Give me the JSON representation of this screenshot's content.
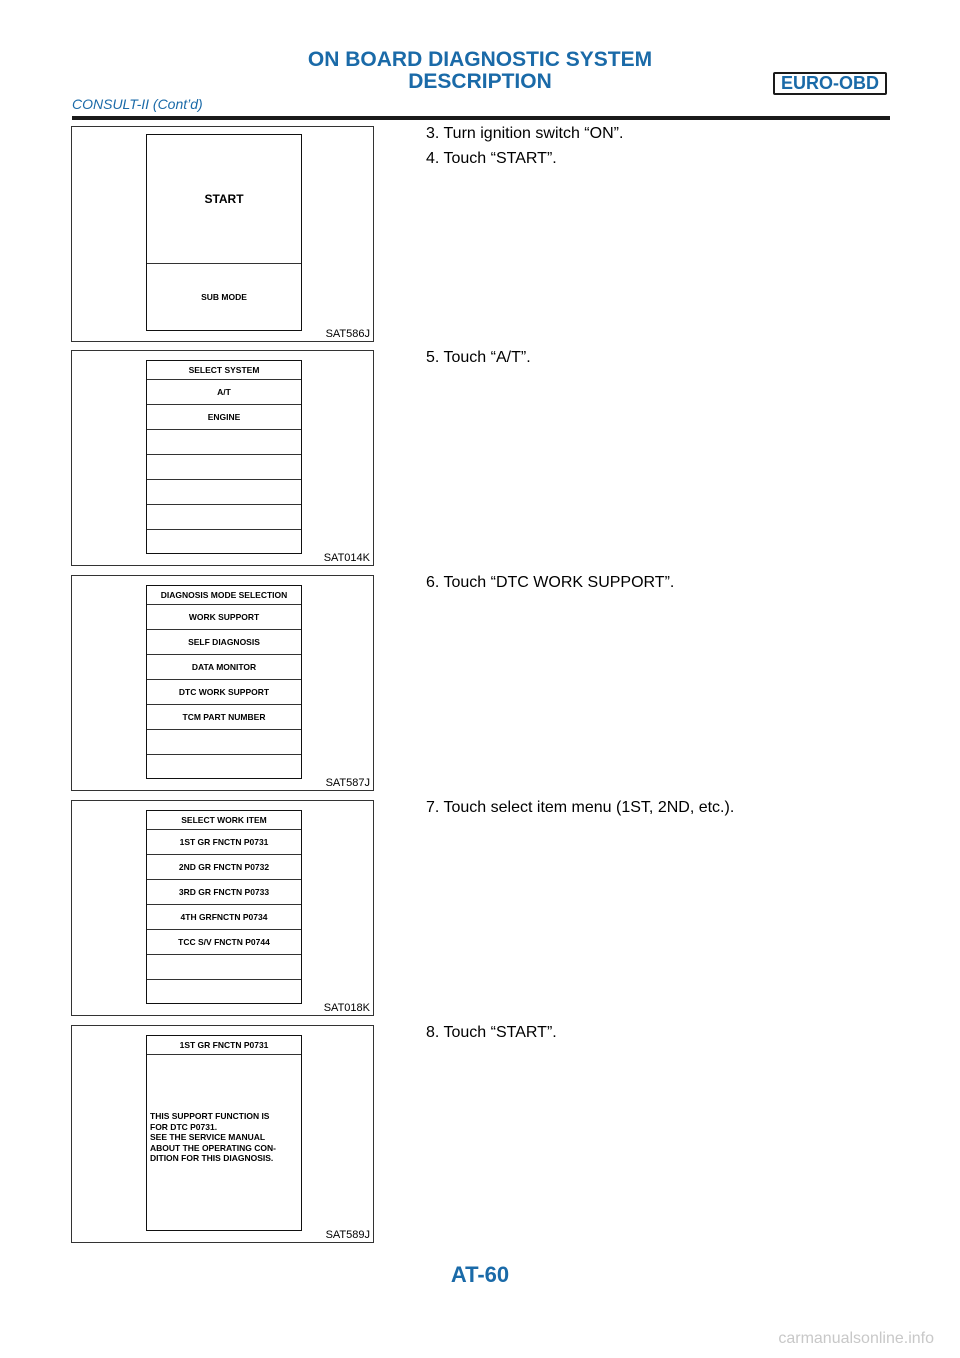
{
  "header": {
    "title_line1": "ON BOARD DIAGNOSTIC SYSTEM",
    "title_line2": "DESCRIPTION",
    "badge": "EURO-OBD",
    "subtitle": "CONSULT-II (Cont’d)"
  },
  "figures": [
    {
      "code": "SAT586J",
      "start_label": "START",
      "sub_label": "SUB MODE"
    },
    {
      "code": "SAT014K",
      "items": [
        "SELECT SYSTEM",
        "A/T",
        "ENGINE",
        "",
        "",
        "",
        "",
        ""
      ]
    },
    {
      "code": "SAT587J",
      "items": [
        "DIAGNOSIS MODE SELECTION",
        "WORK SUPPORT",
        "SELF DIAGNOSIS",
        "DATA MONITOR",
        "DTC WORK SUPPORT",
        "TCM PART NUMBER",
        "",
        ""
      ]
    },
    {
      "code": "SAT018K",
      "items": [
        "SELECT WORK ITEM",
        "1ST GR FNCTN P0731",
        "2ND GR FNCTN P0732",
        "3RD GR FNCTN P0733",
        "4TH GRFNCTN P0734",
        "TCC S/V FNCTN P0744",
        "",
        ""
      ]
    },
    {
      "code": "SAT589J",
      "header": "1ST GR FNCTN P0731",
      "message_lines": [
        "THIS SUPPORT FUNCTION IS",
        "FOR DTC P0731.",
        "SEE THE SERVICE MANUAL",
        "ABOUT THE OPERATING CON-",
        "DITION FOR THIS DIAGNOSIS."
      ]
    }
  ],
  "steps": [
    "3. Turn ignition switch “ON”.",
    "4. Touch “START”.",
    "5. Touch “A/T”.",
    "6. Touch “DTC WORK SUPPORT”.",
    "7. Touch select item menu (1ST, 2ND, etc.).",
    "8. Touch “START”."
  ],
  "footer": {
    "page": "AT-60"
  },
  "watermark": "carmanualsonline.info"
}
